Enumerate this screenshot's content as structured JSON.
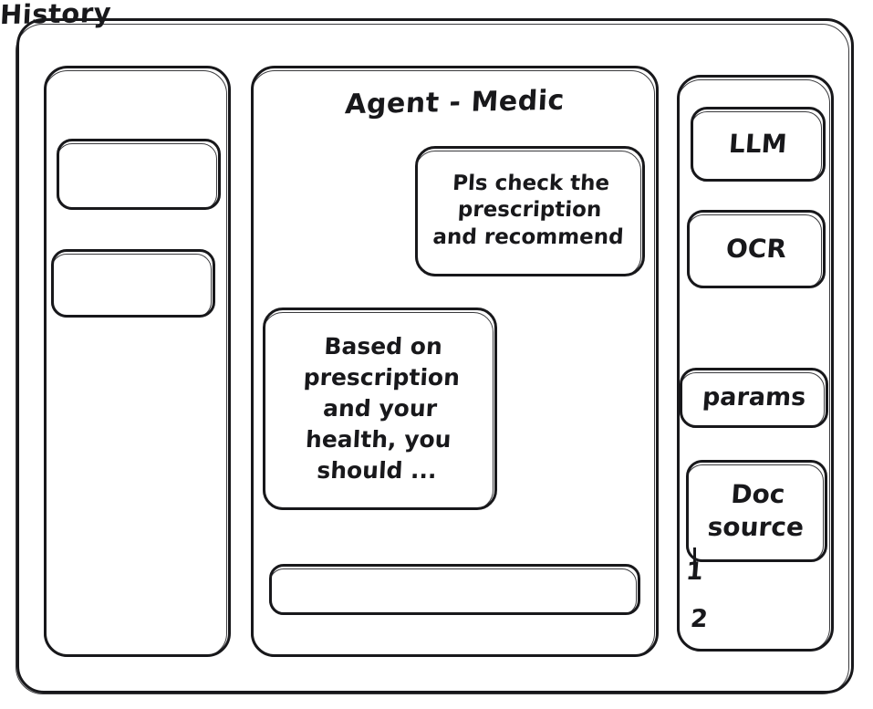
{
  "frame": {
    "name": "app-window"
  },
  "sidebar_history": {
    "title": "History",
    "items": [
      {
        "label": ""
      },
      {
        "label": ""
      }
    ]
  },
  "main": {
    "title": "Agent - Medic",
    "messages": [
      {
        "role": "user",
        "text": "Pls check the\nprescription\nand recommend"
      },
      {
        "role": "agent",
        "text": "Based on\nprescription\nand your\nhealth, you\nshould ..."
      }
    ],
    "composer": {
      "value": "",
      "placeholder": ""
    }
  },
  "tools_panel": {
    "buttons": [
      {
        "label": "LLM",
        "name": "llm"
      },
      {
        "label": "OCR",
        "name": "ocr"
      },
      {
        "label": "params",
        "name": "params"
      },
      {
        "label": "Doc\nsource",
        "name": "doc-source"
      }
    ],
    "sources": [
      {
        "label": "1"
      },
      {
        "label": "2"
      }
    ]
  },
  "colors": {
    "ink": "#18181b",
    "background": "#ffffff"
  }
}
